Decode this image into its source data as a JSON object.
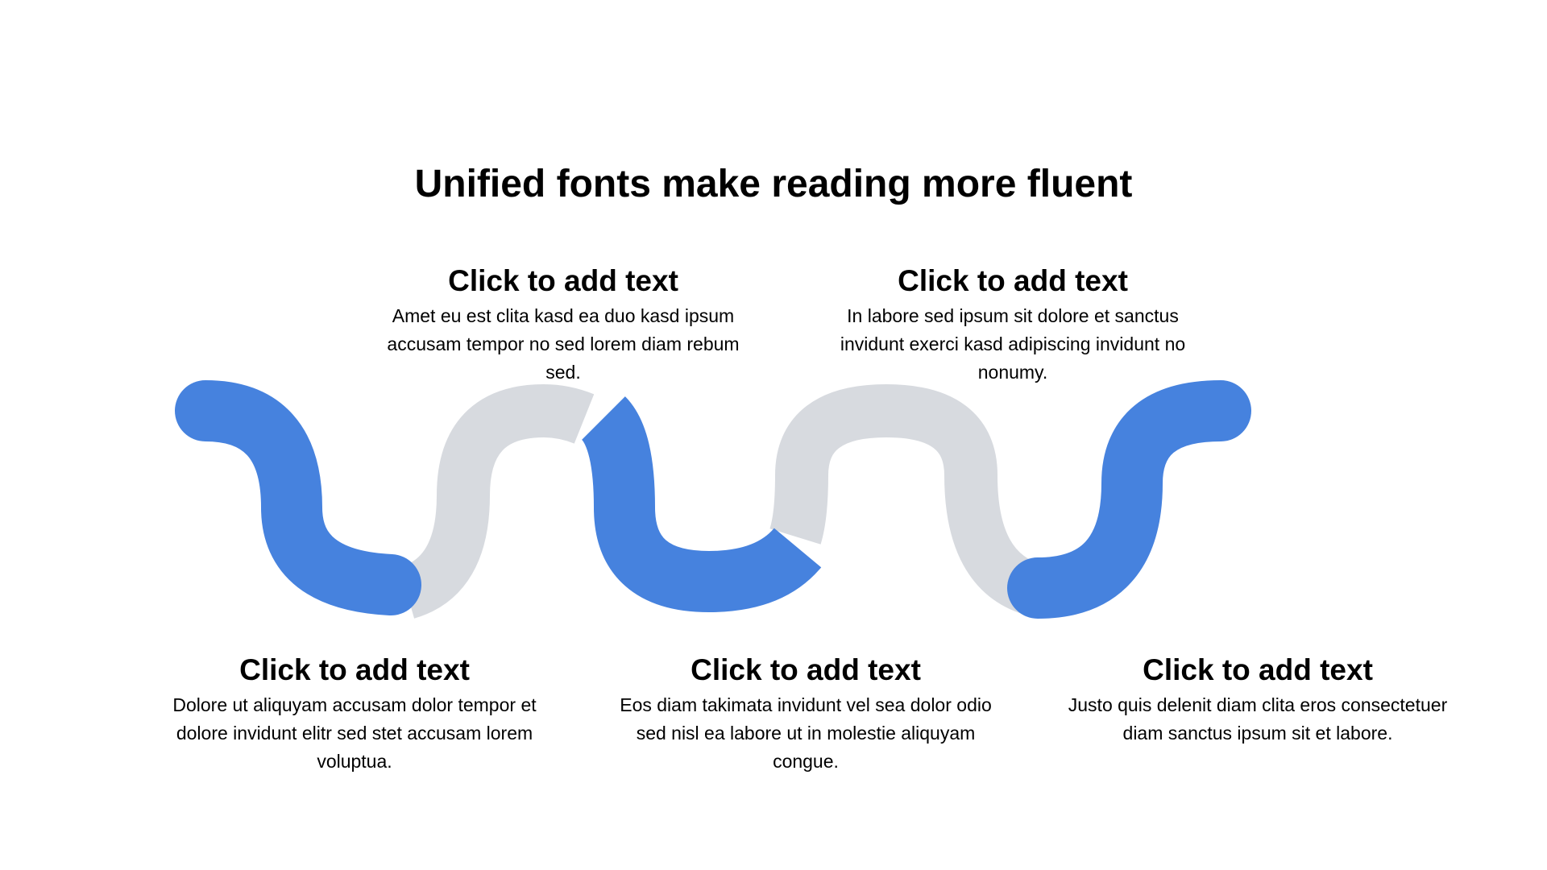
{
  "slide": {
    "title": "Unified fonts make reading more fluent"
  },
  "colors": {
    "accent": "#4682de",
    "neutral": "#d7dadf",
    "text": "#000000",
    "background": "#ffffff"
  },
  "steps": [
    {
      "heading": "Click to add text",
      "body": "Dolore ut aliquyam accusam dolor tempor et dolore invidunt elitr sed stet accusam lorem voluptua."
    },
    {
      "heading": "Click to add text",
      "body": "Amet eu est clita kasd ea duo kasd ipsum accusam tempor no sed lorem diam rebum sed."
    },
    {
      "heading": "Click to add text",
      "body": "Eos diam takimata invidunt vel sea dolor odio sed nisl ea labore ut in molestie aliquyam congue."
    },
    {
      "heading": "Click to add text",
      "body": "In labore sed ipsum sit dolore et sanctus invidunt exerci kasd adipiscing invidunt no nonumy."
    },
    {
      "heading": "Click to add text",
      "body": "Justo quis delenit diam clita eros consectetuer diam sanctus ipsum sit et labore."
    }
  ]
}
